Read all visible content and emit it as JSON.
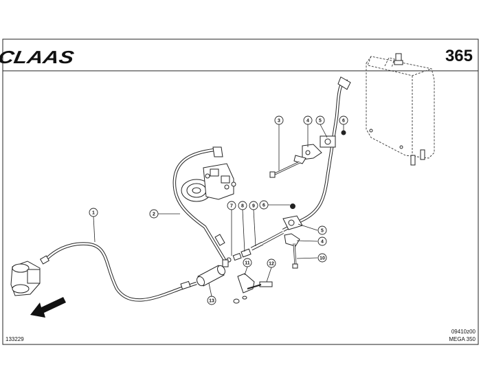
{
  "header": {
    "brand": "CLAAS",
    "page_number": "365"
  },
  "footer": {
    "doc_id": "133229",
    "drawing_code": "09410z00",
    "model": "MEGA 350"
  },
  "callouts": [
    {
      "id": "c1",
      "label": "1"
    },
    {
      "id": "c2",
      "label": "2"
    },
    {
      "id": "c3",
      "label": "3"
    },
    {
      "id": "c4a",
      "label": "4"
    },
    {
      "id": "c5a",
      "label": "5"
    },
    {
      "id": "c6a",
      "label": "6"
    },
    {
      "id": "c7",
      "label": "7"
    },
    {
      "id": "c8",
      "label": "8"
    },
    {
      "id": "c9",
      "label": "9"
    },
    {
      "id": "c6b",
      "label": "6"
    },
    {
      "id": "c5b",
      "label": "5"
    },
    {
      "id": "c4b",
      "label": "4"
    },
    {
      "id": "c10",
      "label": "10"
    },
    {
      "id": "c11",
      "label": "11"
    },
    {
      "id": "c12",
      "label": "12"
    },
    {
      "id": "c13",
      "label": "13"
    }
  ]
}
